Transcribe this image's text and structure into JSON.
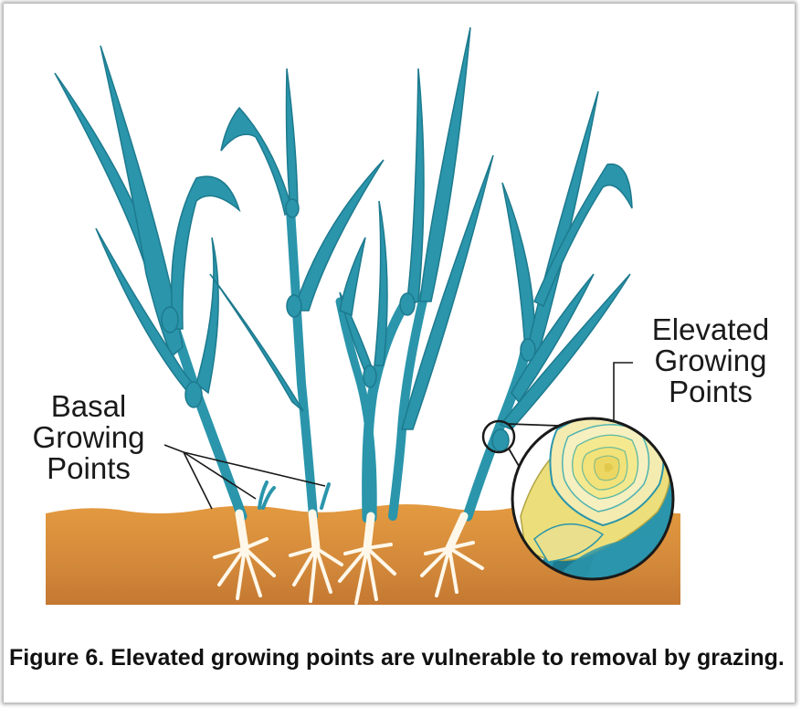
{
  "labels": {
    "basal": [
      "Basal",
      "Growing",
      "Points"
    ],
    "elevated": [
      "Elevated",
      "Growing",
      "Points"
    ]
  },
  "caption": "Figure 6. Elevated growing points are vulnerable to removal by grazing.",
  "colors": {
    "leaf": "#2a95ab",
    "leaf_dark": "#1d7a8e",
    "soil": "#d88d3a",
    "root": "#fff8ea",
    "inset_yellow": "#ecde7a",
    "background": "#ffffff"
  }
}
